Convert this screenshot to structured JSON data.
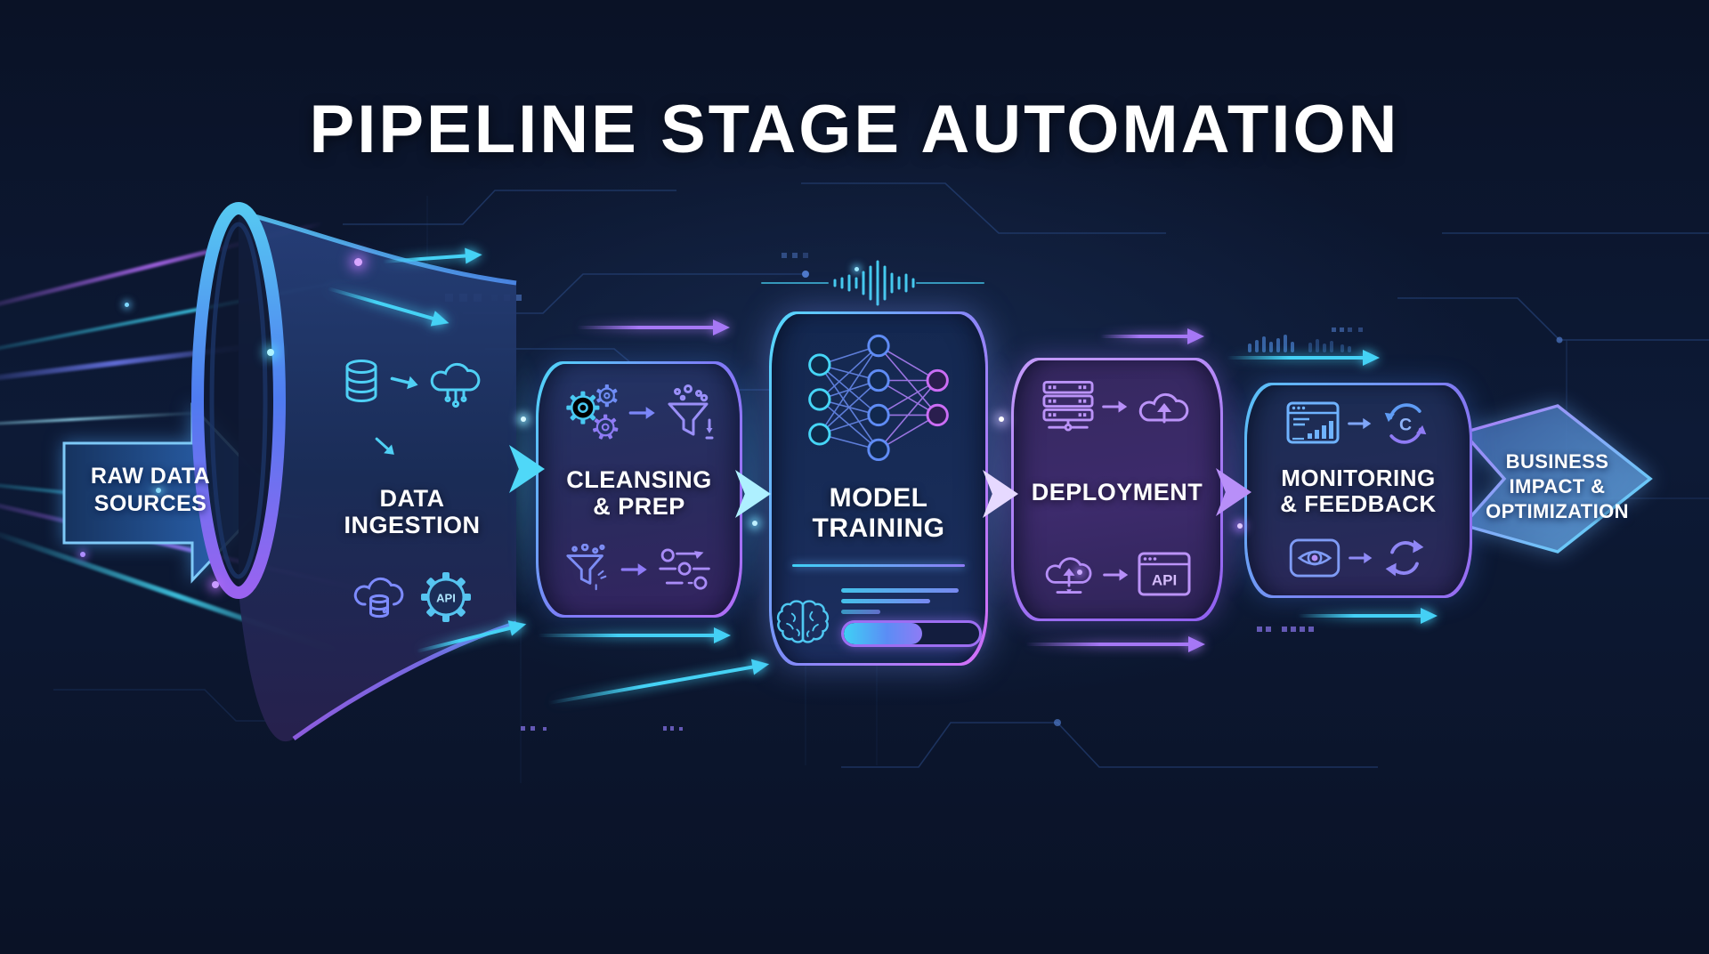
{
  "title": "PIPELINE STAGE AUTOMATION",
  "colors": {
    "background": "#0b1426",
    "cyan": "#3fd4f5",
    "blue": "#4f8df0",
    "purple": "#9b6cf5",
    "magenta": "#c76bf2",
    "text": "#ffffff"
  },
  "input_arrow": {
    "label": "RAW DATA SOURCES"
  },
  "stages": [
    {
      "label": "DATA INGESTION",
      "api_label": "API",
      "icons": [
        "database-icon",
        "flow-arrow-icon",
        "cloud-connect-icon",
        "cloud-database-icon",
        "api-gear-icon"
      ]
    },
    {
      "label": "CLEANSING & PREP",
      "icons": [
        "gears-icon",
        "flow-arrow-icon",
        "filter-funnel-icon",
        "filter-funnel-icon",
        "data-points-icon"
      ]
    },
    {
      "label": "MODEL TRAINING",
      "progress_percent": 58,
      "icons": [
        "neural-network-icon",
        "brain-icon",
        "training-progress-bar"
      ]
    },
    {
      "label": "DEPLOYMENT",
      "api_label": "API",
      "icons": [
        "server-stack-icon",
        "flow-arrow-icon",
        "cloud-upload-icon",
        "api-window-icon"
      ]
    },
    {
      "label": "MONITORING & FEEDBACK",
      "cycle_letter": "C",
      "icons": [
        "dashboard-icon",
        "flow-arrow-icon",
        "cycle-icon",
        "eye-icon",
        "refresh-icon"
      ]
    }
  ],
  "output_arrow": {
    "label": "BUSINESS IMPACT & OPTIMIZATION"
  }
}
